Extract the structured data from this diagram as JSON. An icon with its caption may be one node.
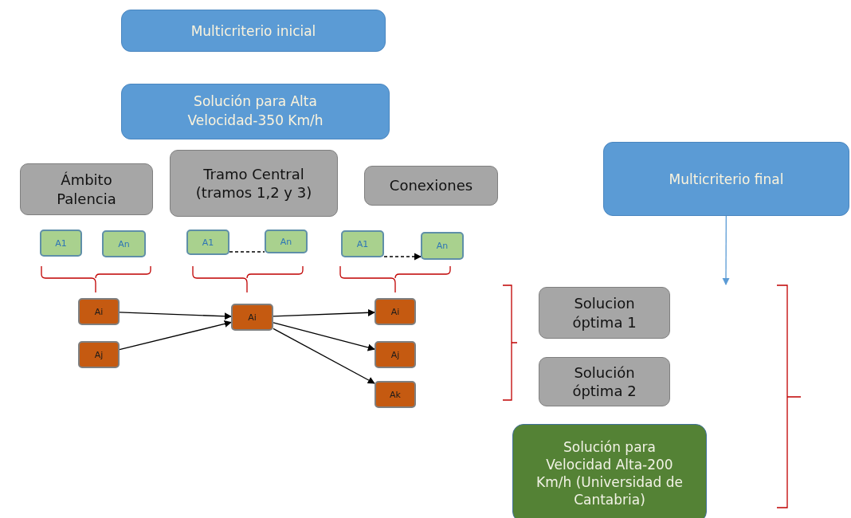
{
  "diagram": {
    "nodes": [
      {
        "text": [
          "Multicriterio inicial"
        ]
      },
      {
        "text": [
          "Solución para Alta Velocidad-350 Km/h"
        ]
      },
      {
        "text": [
          "Ámbito Palencia"
        ]
      },
      {
        "text": [
          "Tramo Central (tramos 1,2 y 3)"
        ]
      },
      {
        "text": [
          "Conexiones"
        ]
      },
      {
        "text": [
          "A1"
        ]
      },
      {
        "text": [
          "An"
        ]
      },
      {
        "text": [
          "A1"
        ]
      },
      {
        "text": [
          "An"
        ]
      },
      {
        "text": [
          "A1"
        ]
      },
      {
        "text": [
          "An"
        ]
      },
      {
        "text": [
          "Ai"
        ]
      },
      {
        "text": [
          "Aj"
        ]
      },
      {
        "text": [
          "Ai"
        ]
      },
      {
        "text": [
          "Ai"
        ]
      },
      {
        "text": [
          "Aj"
        ]
      },
      {
        "text": [
          "Ak"
        ]
      },
      {
        "text": [
          "Multicriterio final"
        ]
      },
      {
        "text": [
          "Solucion óptima 1"
        ]
      },
      {
        "text": [
          "Solución óptima 2"
        ]
      },
      {
        "text": [
          "Solución para Velocidad Alta-200 Km/h (Universidad de Cantabria)"
        ]
      }
    ],
    "edges": [
      {
        "from": 7,
        "to": 8,
        "arrow": "none",
        "style": "dashed"
      },
      {
        "from": 9,
        "to": 10,
        "arrow": "to",
        "style": "dashed"
      },
      {
        "from": 11,
        "to": 13,
        "arrow": "to"
      },
      {
        "from": 12,
        "to": 13,
        "arrow": "to"
      },
      {
        "from": 13,
        "to": 14,
        "arrow": "to"
      },
      {
        "from": 13,
        "to": 15,
        "arrow": "to"
      },
      {
        "from": 13,
        "to": 16,
        "arrow": "to"
      },
      {
        "from": 17,
        "to": null,
        "arrow": "to",
        "color": "#5b9bd5"
      }
    ]
  }
}
